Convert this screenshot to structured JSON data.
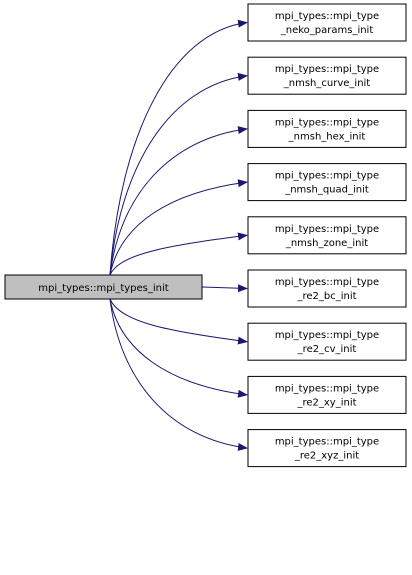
{
  "graph": {
    "edge_color": "#191970",
    "root_fill": "#bfbfbf",
    "root": {
      "label": "mpi_types::mpi_types_init"
    },
    "callees": [
      {
        "line1": "mpi_types::mpi_type",
        "line2": "_neko_params_init"
      },
      {
        "line1": "mpi_types::mpi_type",
        "line2": "_nmsh_curve_init"
      },
      {
        "line1": "mpi_types::mpi_type",
        "line2": "_nmsh_hex_init"
      },
      {
        "line1": "mpi_types::mpi_type",
        "line2": "_nmsh_quad_init"
      },
      {
        "line1": "mpi_types::mpi_type",
        "line2": "_nmsh_zone_init"
      },
      {
        "line1": "mpi_types::mpi_type",
        "line2": "_re2_bc_init"
      },
      {
        "line1": "mpi_types::mpi_type",
        "line2": "_re2_cv_init"
      },
      {
        "line1": "mpi_types::mpi_type",
        "line2": "_re2_xy_init"
      },
      {
        "line1": "mpi_types::mpi_type",
        "line2": "_re2_xyz_init"
      }
    ]
  }
}
